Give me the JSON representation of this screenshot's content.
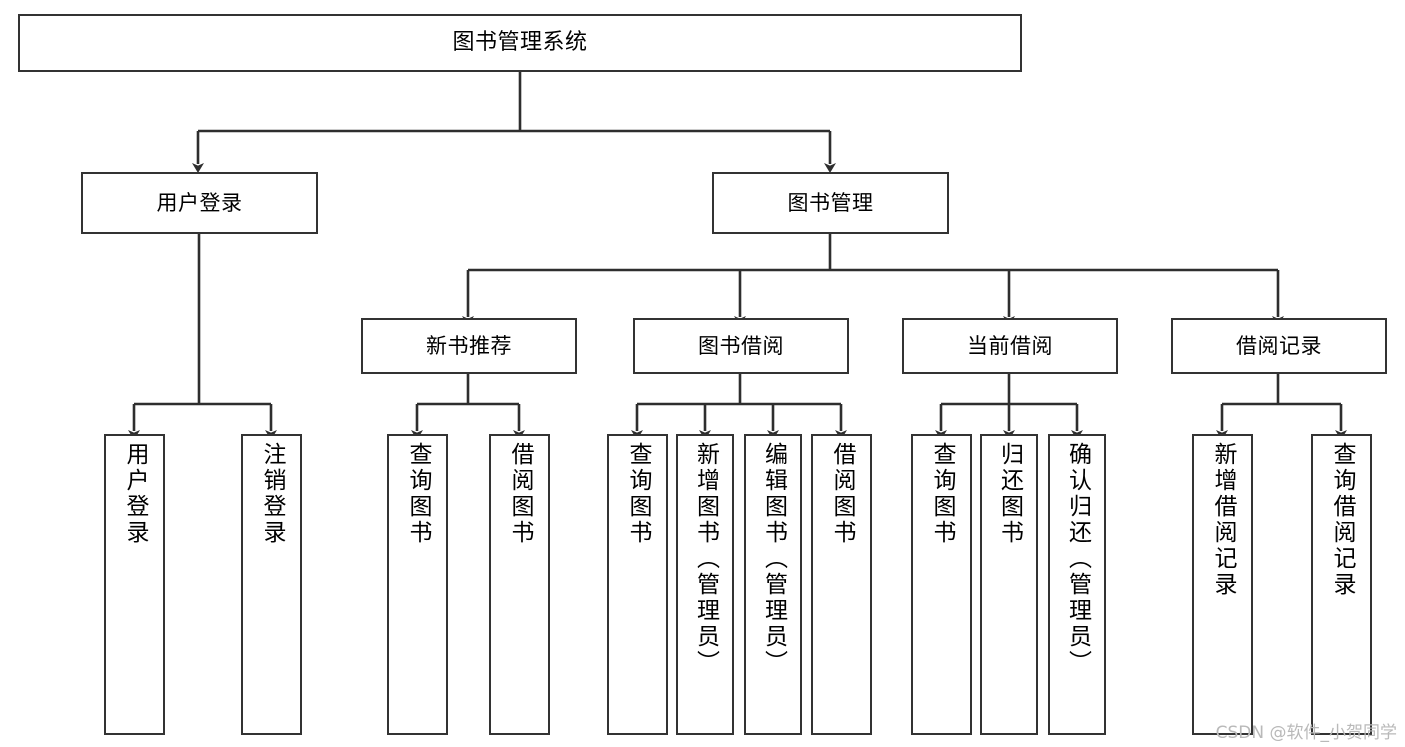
{
  "diagram": {
    "title": "图书管理系统",
    "type": "tree-hierarchy-chart",
    "colors": {
      "box_border": "#333333",
      "box_fill": "#ffffff",
      "connector": "#333333",
      "background": "#ffffff",
      "watermark": "#b9b9b9"
    },
    "root": {
      "label": "图书管理系统"
    },
    "level2": [
      {
        "label": "用户登录"
      },
      {
        "label": "图书管理"
      }
    ],
    "level3": [
      {
        "label": "新书推荐"
      },
      {
        "label": "图书借阅"
      },
      {
        "label": "当前借阅"
      },
      {
        "label": "借阅记录"
      }
    ],
    "leaves": {
      "user_login": [
        {
          "label": "用户登录"
        },
        {
          "label": "注销登录"
        }
      ],
      "new_book": [
        {
          "label": "查询图书"
        },
        {
          "label": "借阅图书"
        }
      ],
      "book_borrow": [
        {
          "label": "查询图书"
        },
        {
          "label": "新增图书（管理员）"
        },
        {
          "label": "编辑图书（管理员）"
        },
        {
          "label": "借阅图书"
        }
      ],
      "current_borrow": [
        {
          "label": "查询图书"
        },
        {
          "label": "归还图书"
        },
        {
          "label": "确认归还（管理员）"
        }
      ],
      "borrow_record": [
        {
          "label": "新增借阅记录"
        },
        {
          "label": "查询借阅记录"
        }
      ]
    }
  },
  "watermark": {
    "text": "CSDN @软件_小贺同学"
  }
}
